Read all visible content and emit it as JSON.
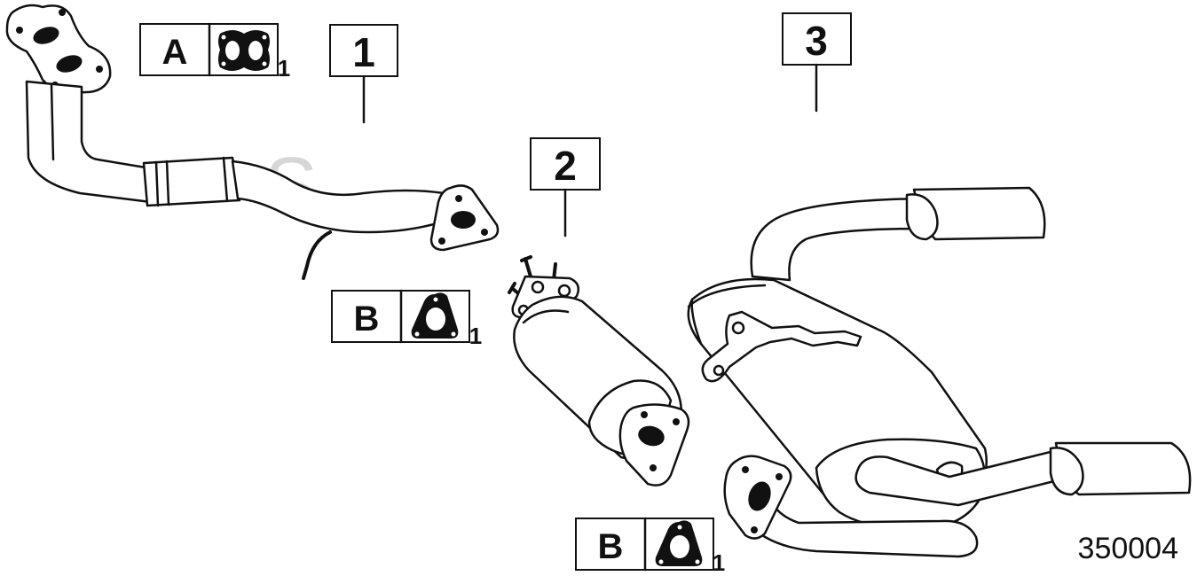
{
  "callouts": [
    {
      "id": "1",
      "label": "1"
    },
    {
      "id": "2",
      "label": "2"
    },
    {
      "id": "3",
      "label": "3"
    }
  ],
  "kits": [
    {
      "letter": "A",
      "qty": "1",
      "gasket_icon": "double-port-flange-gasket-icon"
    },
    {
      "letter": "B",
      "qty": "1",
      "gasket_icon": "triangular-flange-gasket-icon"
    },
    {
      "letter": "B",
      "qty": "1",
      "gasket_icon": "triangular-flange-gasket-icon"
    }
  ],
  "watermark": {
    "text": "S"
  },
  "reference_number": "350004",
  "colors": {
    "line": "#111111",
    "watermark": "#d6d6d6",
    "background": "#ffffff"
  }
}
